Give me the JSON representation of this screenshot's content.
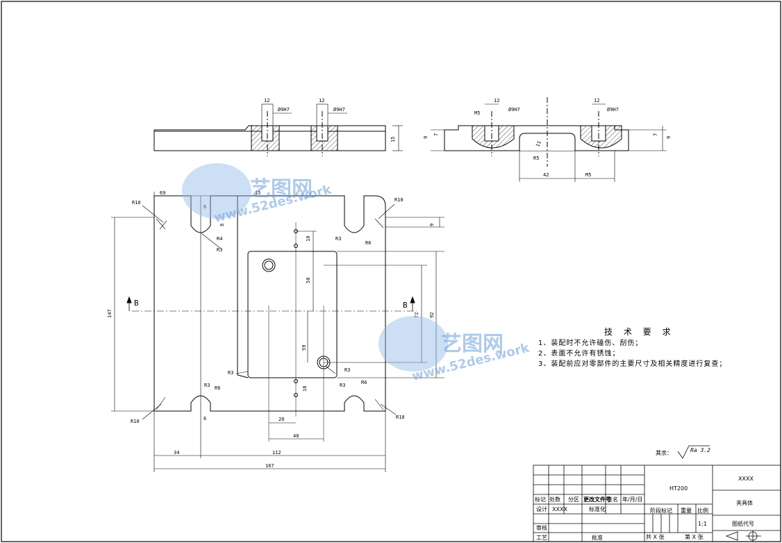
{
  "section_label": "B",
  "dims": {
    "top_left_h12": "12",
    "top_left_hole": "Ø9H7",
    "top_right_h12a": "12",
    "top_right_hole": "Ø9H7",
    "top_thickness": "15",
    "sec_m5_left": "M5",
    "sec_12_left": "12",
    "sec_hole_left": "Ø9H7",
    "sec_12_right": "12",
    "sec_hole_right": "Ø9H7",
    "sec_9_left": "9",
    "sec_7_left": "7",
    "sec_9_right": "9",
    "sec_7_right": "7",
    "sec_r5": "R5",
    "sec_11": "11",
    "sec_42": "42",
    "sec_m5_bottom": "M5",
    "plan_69": "69",
    "plan_15": "15",
    "r10_tl": "R10",
    "r10_tr": "R10",
    "r10_bl": "R10",
    "r10_br": "R10",
    "r4": "R4",
    "r3_a": "R3",
    "r3_b": "R3",
    "r6_a": "R6",
    "r3_c": "R3",
    "r6_b": "R6",
    "r3_d": "R3",
    "r6_c": "R6",
    "r3_e": "R3",
    "r3_f": "R3",
    "d9_top": "9",
    "d8_top": "8",
    "d6_top": "6",
    "d6_bot": "6",
    "d10": "10",
    "d50": "50",
    "d59": "59",
    "d18": "18",
    "d72": "72",
    "d92": "92",
    "d147": "147",
    "d20": "20",
    "d40": "40",
    "d34": "34",
    "d112": "112",
    "d167": "167"
  },
  "tech": {
    "title": "技 术 要 求",
    "items": [
      "1、装配时不允许磕伤、刮伤；",
      "2、表面不允许有锈蚀；",
      "3、装配前应对零部件的主要尺寸及相关精度进行复查；"
    ]
  },
  "roughness": {
    "label": "其余：",
    "value": "Ra 3.2"
  },
  "watermark": {
    "name": "艺图网",
    "url": "www.52des.work"
  },
  "title_block": {
    "material": "HT200",
    "code_top": "XXXX",
    "part_name": "夹具体",
    "drawing_no": "图纸代号",
    "scale": "1:1",
    "h_mark": "标记",
    "h_count": "处数",
    "h_zone": "分区",
    "h_change": "更改文件号",
    "h_sign": "签名",
    "h_date": "年/月/日",
    "design": "设计",
    "designer": "XXXX",
    "standard": "标准化",
    "stage": "阶段标记",
    "weight": "重量",
    "ratio": "比例",
    "review": "审核",
    "process": "工艺",
    "approve": "批准",
    "total": "共 X 张",
    "sheet": "第 X 张"
  }
}
